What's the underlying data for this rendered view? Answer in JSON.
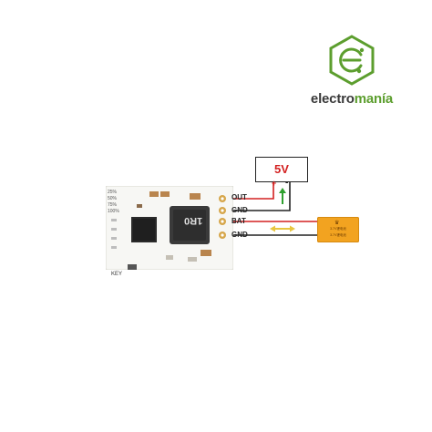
{
  "brand": {
    "name_prefix": "electro",
    "name_suffix": "manía",
    "logo_icon": "hexagon-e-icon",
    "colors": {
      "green": "#5c9e2e",
      "text": "#3a3a3a"
    }
  },
  "module": {
    "led_labels": [
      "25%",
      "50%",
      "75%",
      "100%"
    ],
    "inductor_text": "1R0",
    "key_label": "KEY",
    "pins": {
      "out": "OUT",
      "gnd_top": "GND",
      "bat": "BAT",
      "gnd_bottom": "GND"
    }
  },
  "power_supply": {
    "voltage": "5V",
    "plus": "+",
    "minus": "-"
  },
  "battery": {
    "brand_text": "",
    "label_line1": "3.7V锂电池",
    "label_line2": "3.7V锂电池",
    "color": "#f2a320"
  },
  "wire_colors": {
    "positive": "#d32020",
    "negative": "#222222",
    "arrow_green": "#2ea02e",
    "arrow_yellow": "#e8c640"
  }
}
